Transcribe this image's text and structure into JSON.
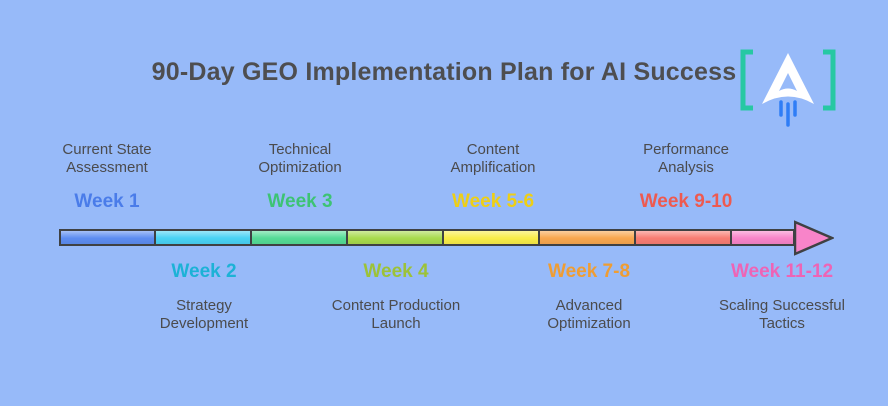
{
  "page": {
    "background_color": "#97baf9"
  },
  "header": {
    "title": "90-Day GEO Implementation Plan for AI Success",
    "title_color": "#4e4e50",
    "logo": {
      "letter": "A",
      "bracket_color": "#27c8a3",
      "letter_color": "#ffffff",
      "exhaust_color": "#2f7df6"
    }
  },
  "timeline": {
    "outline_color": "#3f4143",
    "segments": [
      {
        "week_label": "Week 1",
        "week_color": "#4a7ce9",
        "bar_color": "#5d8df1",
        "milestone": "Current State\nAssessment",
        "side": "above"
      },
      {
        "week_label": "Week 2",
        "week_color": "#1cb2d6",
        "bar_color": "#49d2f4",
        "milestone": "Strategy\nDevelopment",
        "side": "below"
      },
      {
        "week_label": "Week 3",
        "week_color": "#3dc374",
        "bar_color": "#55db96",
        "milestone": "Technical\nOptimization",
        "side": "above"
      },
      {
        "week_label": "Week 4",
        "week_color": "#9cc238",
        "bar_color": "#a8da4d",
        "milestone": "Content Production\nLaunch",
        "side": "below"
      },
      {
        "week_label": "Week 5-6",
        "week_color": "#eecf15",
        "bar_color": "#f8ec48",
        "milestone": "Content\nAmplification",
        "side": "above"
      },
      {
        "week_label": "Week 7-8",
        "week_color": "#ef9d33",
        "bar_color": "#f8a74e",
        "milestone": "Advanced\nOptimization",
        "side": "below"
      },
      {
        "week_label": "Week 9-10",
        "week_color": "#ee5a50",
        "bar_color": "#f87d73",
        "milestone": "Performance\nAnalysis",
        "side": "above"
      },
      {
        "week_label": "Week 11-12",
        "week_color": "#ee64b5",
        "bar_color": "#f884c9",
        "milestone": "Scaling Successful\nTactics",
        "side": "below"
      }
    ]
  }
}
